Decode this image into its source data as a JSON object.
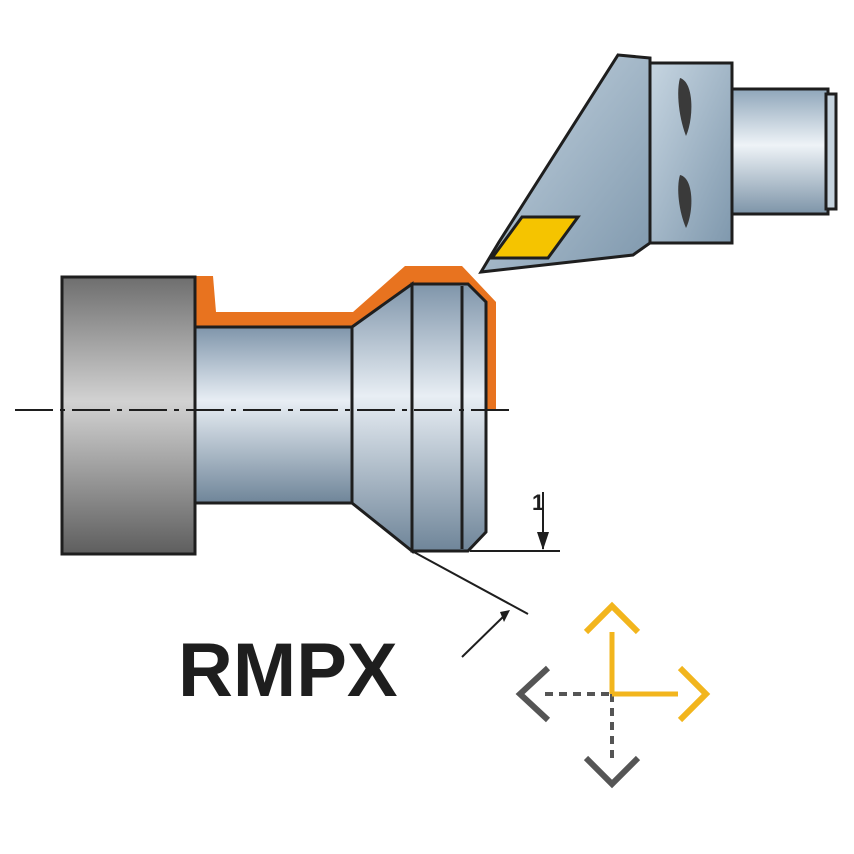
{
  "diagram": {
    "method_label": "RMPX",
    "depth_tick_label": "1",
    "colors": {
      "cut_profile": "#e8731f",
      "insert": "#f5c400",
      "body_dark": "#2b2b2b",
      "direction_active": "#f2b51d",
      "direction_inactive": "#555555",
      "tool_holder": "#a9bfd0",
      "workpiece": "#b9c9d8",
      "chuck": "#8c8c8c"
    },
    "direction_indicator": {
      "active_directions": [
        "up",
        "right"
      ],
      "inactive_directions": [
        "left",
        "down"
      ]
    }
  }
}
